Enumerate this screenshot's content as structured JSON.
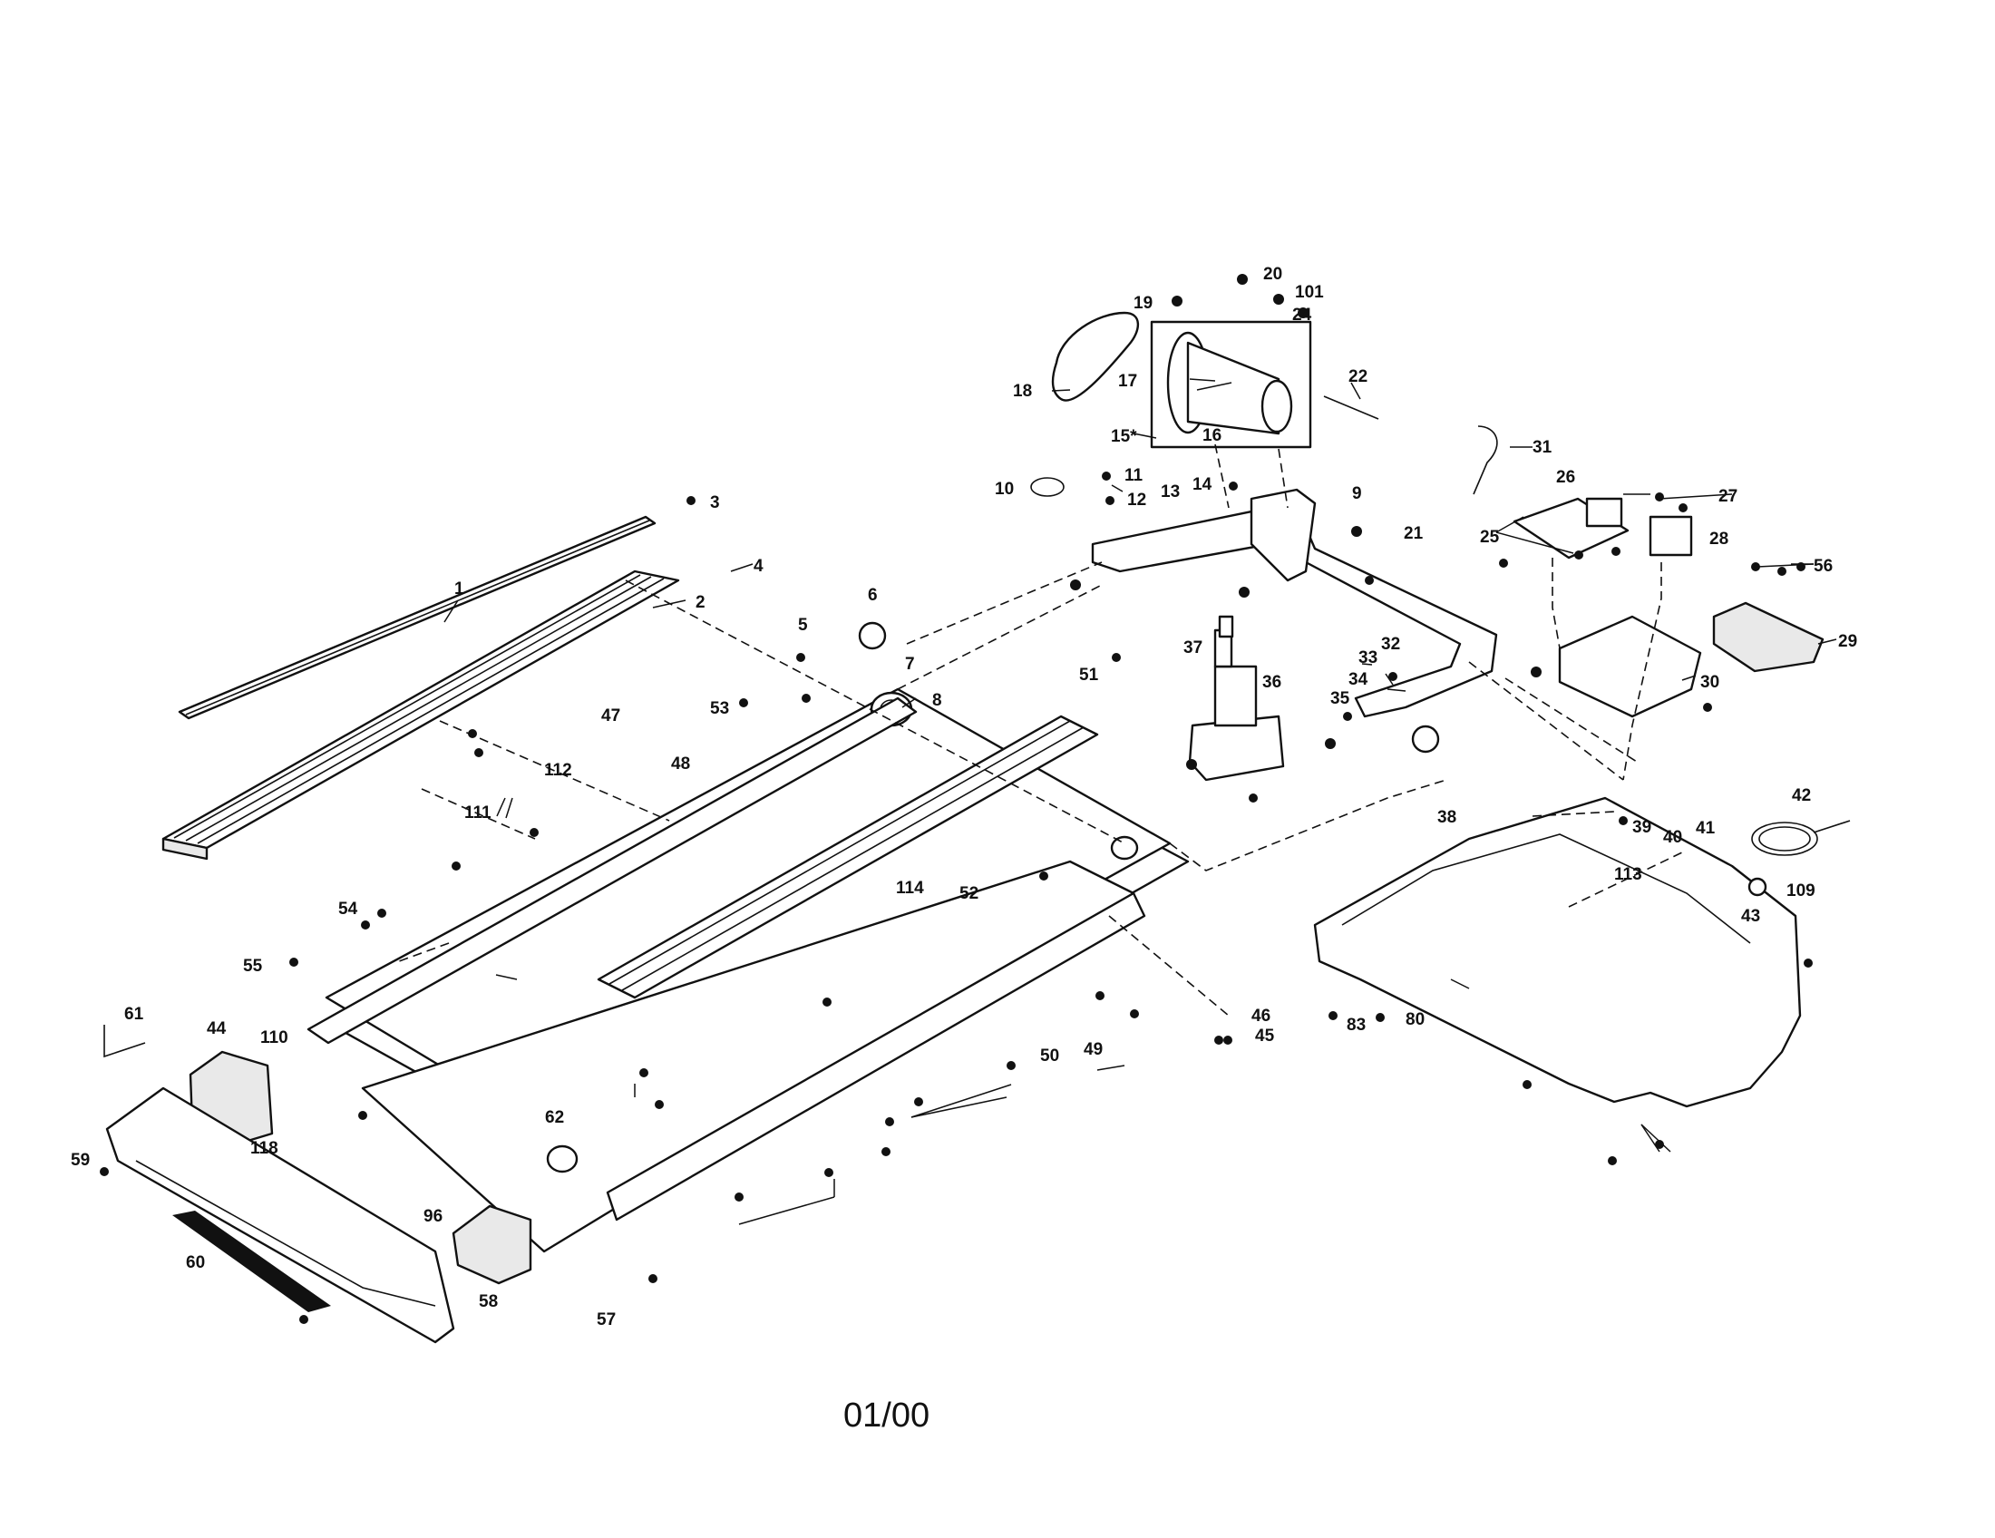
{
  "diagram": {
    "footer_date": "01/00",
    "callouts": [
      {
        "id": "c1",
        "text": "1"
      },
      {
        "id": "c2",
        "text": "2"
      },
      {
        "id": "c3",
        "text": "3"
      },
      {
        "id": "c4",
        "text": "4"
      },
      {
        "id": "c5",
        "text": "5"
      },
      {
        "id": "c6",
        "text": "6"
      },
      {
        "id": "c7",
        "text": "7"
      },
      {
        "id": "c8",
        "text": "8"
      },
      {
        "id": "c9",
        "text": "9"
      },
      {
        "id": "c10",
        "text": "10"
      },
      {
        "id": "c11",
        "text": "11"
      },
      {
        "id": "c12",
        "text": "12"
      },
      {
        "id": "c13",
        "text": "13"
      },
      {
        "id": "c14",
        "text": "14"
      },
      {
        "id": "c15",
        "text": "15*"
      },
      {
        "id": "c16",
        "text": "16"
      },
      {
        "id": "c17",
        "text": "17"
      },
      {
        "id": "c18",
        "text": "18"
      },
      {
        "id": "c19",
        "text": "19"
      },
      {
        "id": "c20",
        "text": "20"
      },
      {
        "id": "c21",
        "text": "21"
      },
      {
        "id": "c22",
        "text": "22"
      },
      {
        "id": "c24",
        "text": "24"
      },
      {
        "id": "c25",
        "text": "25"
      },
      {
        "id": "c26",
        "text": "26"
      },
      {
        "id": "c27",
        "text": "27"
      },
      {
        "id": "c28",
        "text": "28"
      },
      {
        "id": "c29",
        "text": "29"
      },
      {
        "id": "c30",
        "text": "30"
      },
      {
        "id": "c31",
        "text": "31"
      },
      {
        "id": "c32",
        "text": "32"
      },
      {
        "id": "c33",
        "text": "33"
      },
      {
        "id": "c34",
        "text": "34"
      },
      {
        "id": "c35",
        "text": "35"
      },
      {
        "id": "c36",
        "text": "36"
      },
      {
        "id": "c37",
        "text": "37"
      },
      {
        "id": "c38",
        "text": "38"
      },
      {
        "id": "c39",
        "text": "39"
      },
      {
        "id": "c40",
        "text": "40"
      },
      {
        "id": "c41",
        "text": "41"
      },
      {
        "id": "c42",
        "text": "42"
      },
      {
        "id": "c43",
        "text": "43"
      },
      {
        "id": "c44",
        "text": "44"
      },
      {
        "id": "c45",
        "text": "45"
      },
      {
        "id": "c46",
        "text": "46"
      },
      {
        "id": "c47",
        "text": "47"
      },
      {
        "id": "c48",
        "text": "48"
      },
      {
        "id": "c49",
        "text": "49"
      },
      {
        "id": "c50",
        "text": "50"
      },
      {
        "id": "c51",
        "text": "51"
      },
      {
        "id": "c52",
        "text": "52"
      },
      {
        "id": "c53",
        "text": "53"
      },
      {
        "id": "c54",
        "text": "54"
      },
      {
        "id": "c55",
        "text": "55"
      },
      {
        "id": "c56",
        "text": "56"
      },
      {
        "id": "c57",
        "text": "57"
      },
      {
        "id": "c58",
        "text": "58"
      },
      {
        "id": "c59",
        "text": "59"
      },
      {
        "id": "c60",
        "text": "60"
      },
      {
        "id": "c61",
        "text": "61"
      },
      {
        "id": "c62",
        "text": "62"
      },
      {
        "id": "c80",
        "text": "80"
      },
      {
        "id": "c83",
        "text": "83"
      },
      {
        "id": "c96",
        "text": "96"
      },
      {
        "id": "c101",
        "text": "101"
      },
      {
        "id": "c109",
        "text": "109"
      },
      {
        "id": "c110",
        "text": "110"
      },
      {
        "id": "c111",
        "text": "111"
      },
      {
        "id": "c112",
        "text": "112"
      },
      {
        "id": "c113",
        "text": "113"
      },
      {
        "id": "c114",
        "text": "114"
      },
      {
        "id": "c118",
        "text": "118"
      }
    ]
  }
}
